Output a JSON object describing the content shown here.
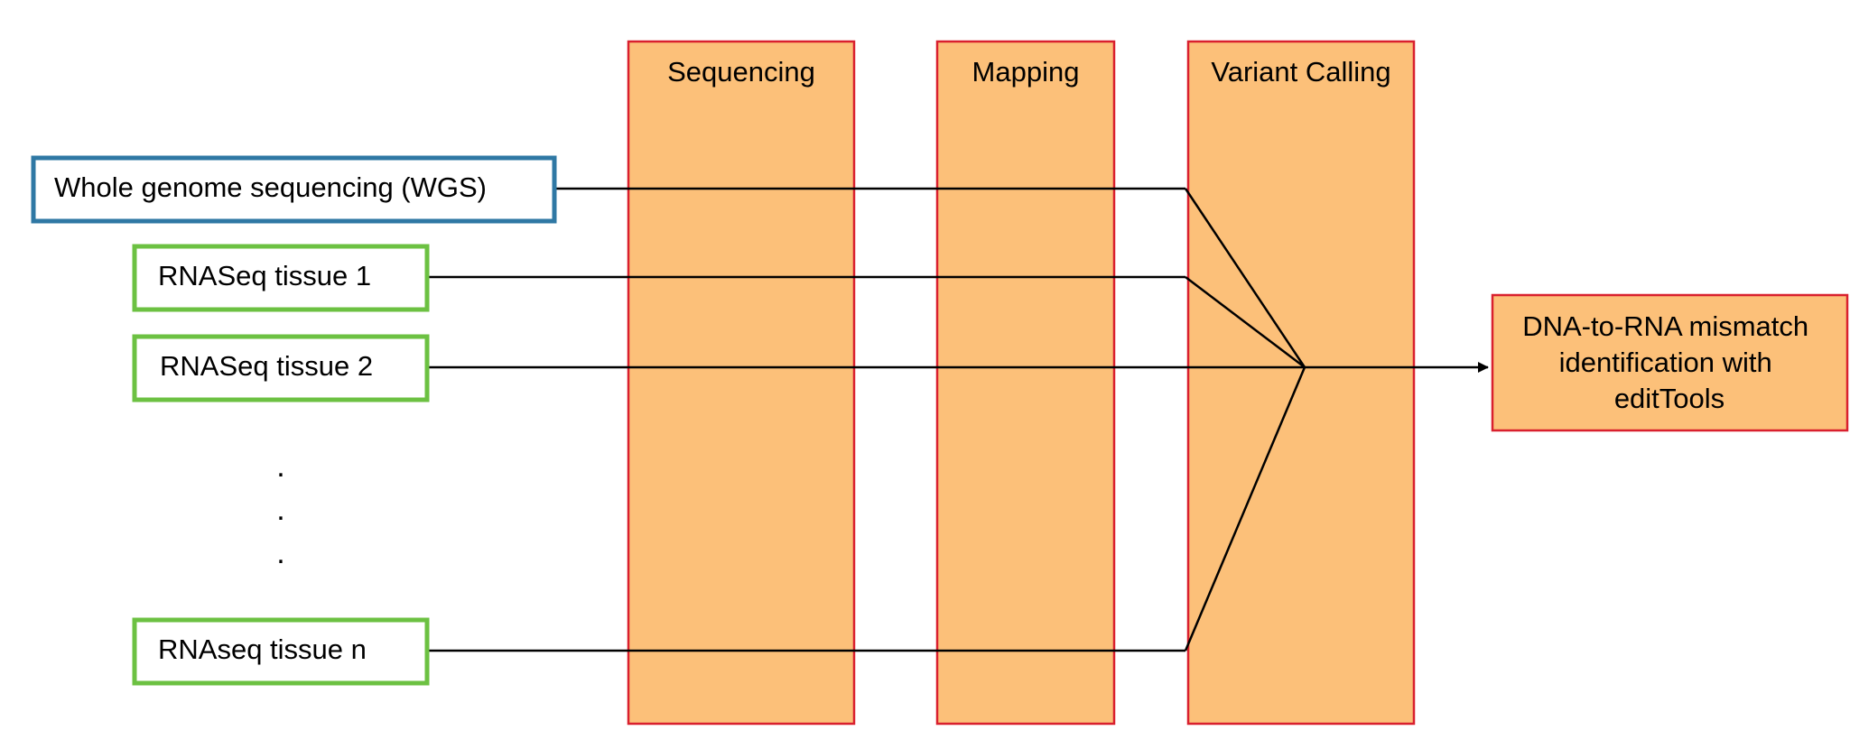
{
  "stages": [
    {
      "label": "Sequencing"
    },
    {
      "label": "Mapping"
    },
    {
      "label": "Variant Calling"
    }
  ],
  "inputs": [
    {
      "label": "Whole genome sequencing (WGS)",
      "kind": "dna"
    },
    {
      "label": "RNASeq tissue 1",
      "kind": "rna"
    },
    {
      "label": "RNASeq tissue 2",
      "kind": "rna"
    },
    {
      "label": "RNAseq tissue n",
      "kind": "rna"
    }
  ],
  "ellipsis": ".",
  "output": {
    "lines": [
      "DNA-to-RNA mismatch",
      "identification with",
      "editTools"
    ]
  },
  "colors": {
    "stage_fill": "#fcc079",
    "stage_stroke": "#d9202e",
    "dna_border": "#2f78a4",
    "rna_border": "#6cc142",
    "line": "#000000"
  }
}
